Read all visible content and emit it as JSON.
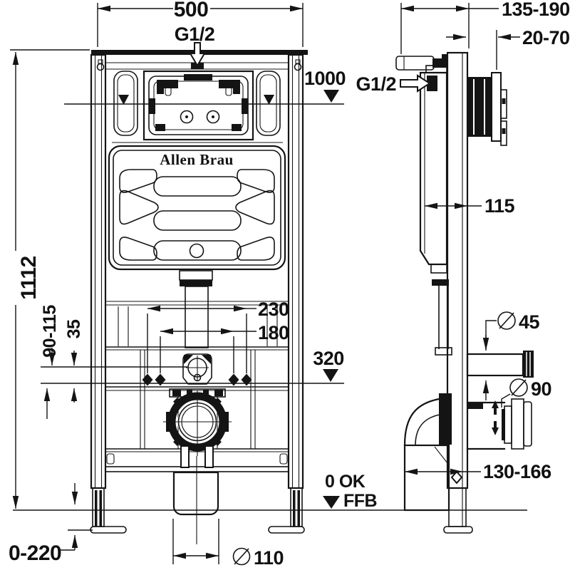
{
  "brand": {
    "name": "Allen Brau"
  },
  "labels": {
    "frame_width": "500",
    "inlet_top": "G1/2",
    "depth_range": "135-190",
    "plate_depth_range": "20-70",
    "supply_height": "1000",
    "inlet_side": "G1/2",
    "frame_height": "1112",
    "cistern_depth": "115",
    "fixing_outer": "230",
    "fixing_inner": "180",
    "bend_height_range": "90-115",
    "bend_offset": "35",
    "fixing_height": "320",
    "dia_flush": "45",
    "dia_outlet": "90",
    "outlet_depth_range": "130-166",
    "zero_mark": "0 OK",
    "floor_mark": "FFB",
    "leg_range": "0-220",
    "dia_drain": "110"
  },
  "colors": {
    "ink": "#141414",
    "paper": "#ffffff"
  }
}
